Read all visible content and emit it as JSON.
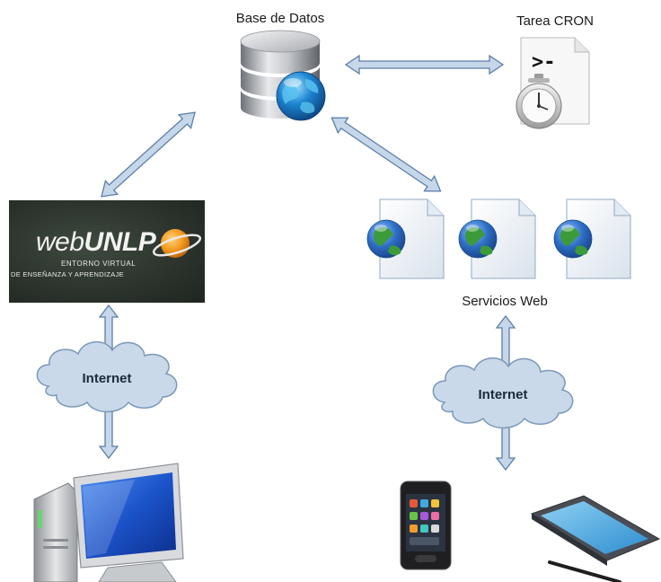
{
  "nodes": {
    "database": {
      "label": "Base de Datos"
    },
    "cron": {
      "label": "Tarea CRON",
      "prompt_glyph": ">-"
    },
    "webunlp": {
      "logo_prefix": "web",
      "logo_suffix": "UNLP",
      "line1": "ENTORNO VIRTUAL",
      "line2": "DE ENSEÑANZA Y APRENDIZAJE"
    },
    "web_services": {
      "label": "Servicios Web",
      "count": 3
    },
    "internet_left": {
      "label": "Internet"
    },
    "internet_right": {
      "label": "Internet"
    },
    "desktop": {
      "icon": "desktop-computer-icon"
    },
    "phone": {
      "icon": "smartphone-icon"
    },
    "tablet": {
      "icon": "tablet-icon"
    }
  },
  "colors": {
    "arrow_fill": "#c6d7ea",
    "arrow_stroke": "#5b7ea7",
    "cloud_fill": "#c9d9ea",
    "cloud_stroke": "#7b98b8",
    "webunlp_bg": "#2c342d",
    "globe_blue": "#2a6fc6",
    "globe_green": "#3c9a3a"
  }
}
